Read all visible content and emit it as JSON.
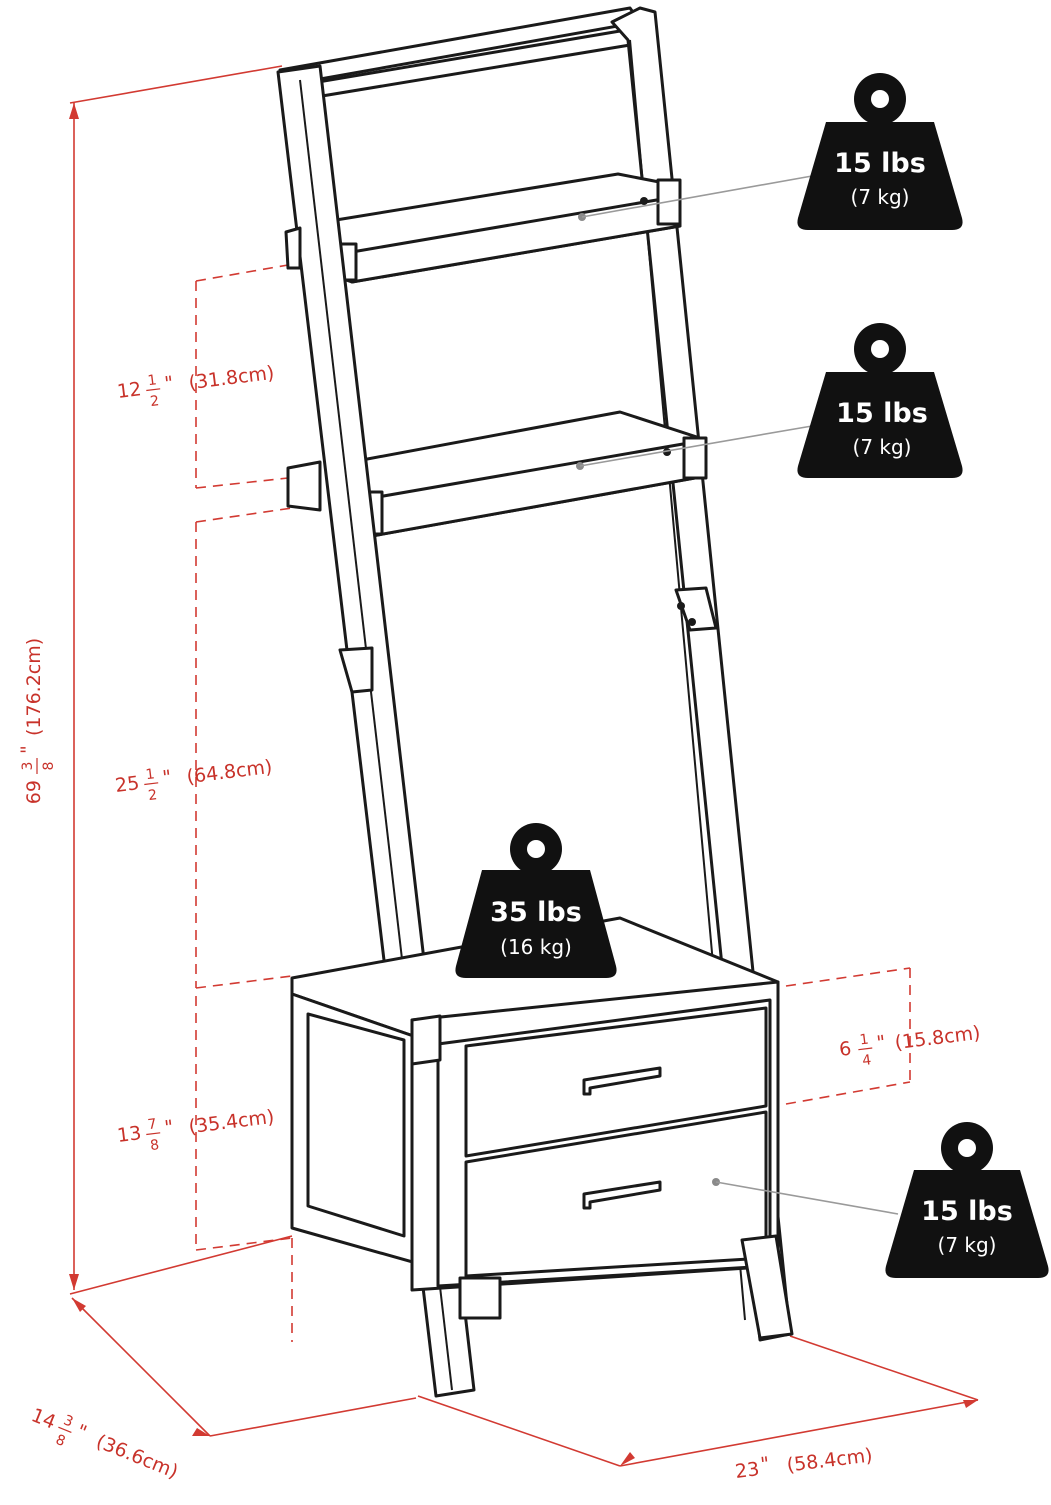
{
  "colors": {
    "dimension": "#c8322a",
    "outline": "#1a1a1a",
    "weight_badge": "#111111",
    "leader": "#9a9a9a"
  },
  "dimensions": {
    "height": {
      "whole": "69",
      "num": "3",
      "den": "8",
      "unit": "\"",
      "metric": "(176.2cm)"
    },
    "upper_shelf_gap": {
      "whole": "12",
      "num": "1",
      "den": "2",
      "unit": "\"",
      "metric": "(31.8cm)"
    },
    "middle_gap": {
      "whole": "25",
      "num": "1",
      "den": "2",
      "unit": "\"",
      "metric": "(64.8cm)"
    },
    "cabinet_height": {
      "whole": "13",
      "num": "7",
      "den": "8",
      "unit": "\"",
      "metric": "(35.4cm)"
    },
    "drawer_height": {
      "whole": "6",
      "num": "1",
      "den": "4",
      "unit": "\"",
      "metric": "(15.8cm)"
    },
    "depth": {
      "whole": "14",
      "num": "3",
      "den": "8",
      "unit": "\"",
      "metric": "(36.6cm)"
    },
    "width": {
      "whole": "23",
      "unit": "\"",
      "metric": "(58.4cm)"
    }
  },
  "weights": [
    {
      "lbs": "15 lbs",
      "kg": "(7 kg)",
      "icon": "weight-icon"
    },
    {
      "lbs": "15 lbs",
      "kg": "(7 kg)",
      "icon": "weight-icon"
    },
    {
      "lbs": "35 lbs",
      "kg": "(16 kg)",
      "icon": "weight-icon"
    },
    {
      "lbs": "15 lbs",
      "kg": "(7 kg)",
      "icon": "weight-icon"
    }
  ]
}
